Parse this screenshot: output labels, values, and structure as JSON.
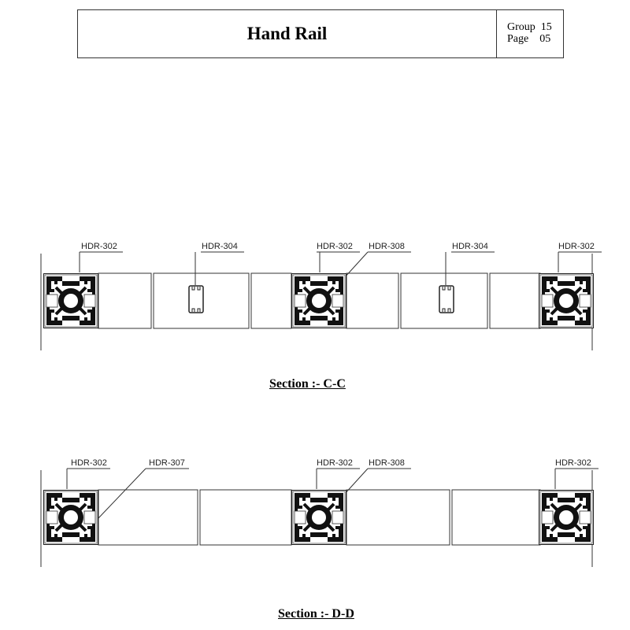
{
  "header": {
    "title": "Hand Rail",
    "group_label": "Group",
    "group_value": "15",
    "page_label": "Page",
    "page_value": "05"
  },
  "section_cc": {
    "caption": "Section :- C-C",
    "labels": [
      "HDR-302",
      "HDR-304",
      "HDR-302",
      "HDR-308",
      "HDR-304",
      "HDR-302"
    ]
  },
  "section_dd": {
    "caption": "Section :- D-D",
    "labels": [
      "HDR-302",
      "HDR-307",
      "HDR-302",
      "HDR-308",
      "HDR-302"
    ]
  }
}
